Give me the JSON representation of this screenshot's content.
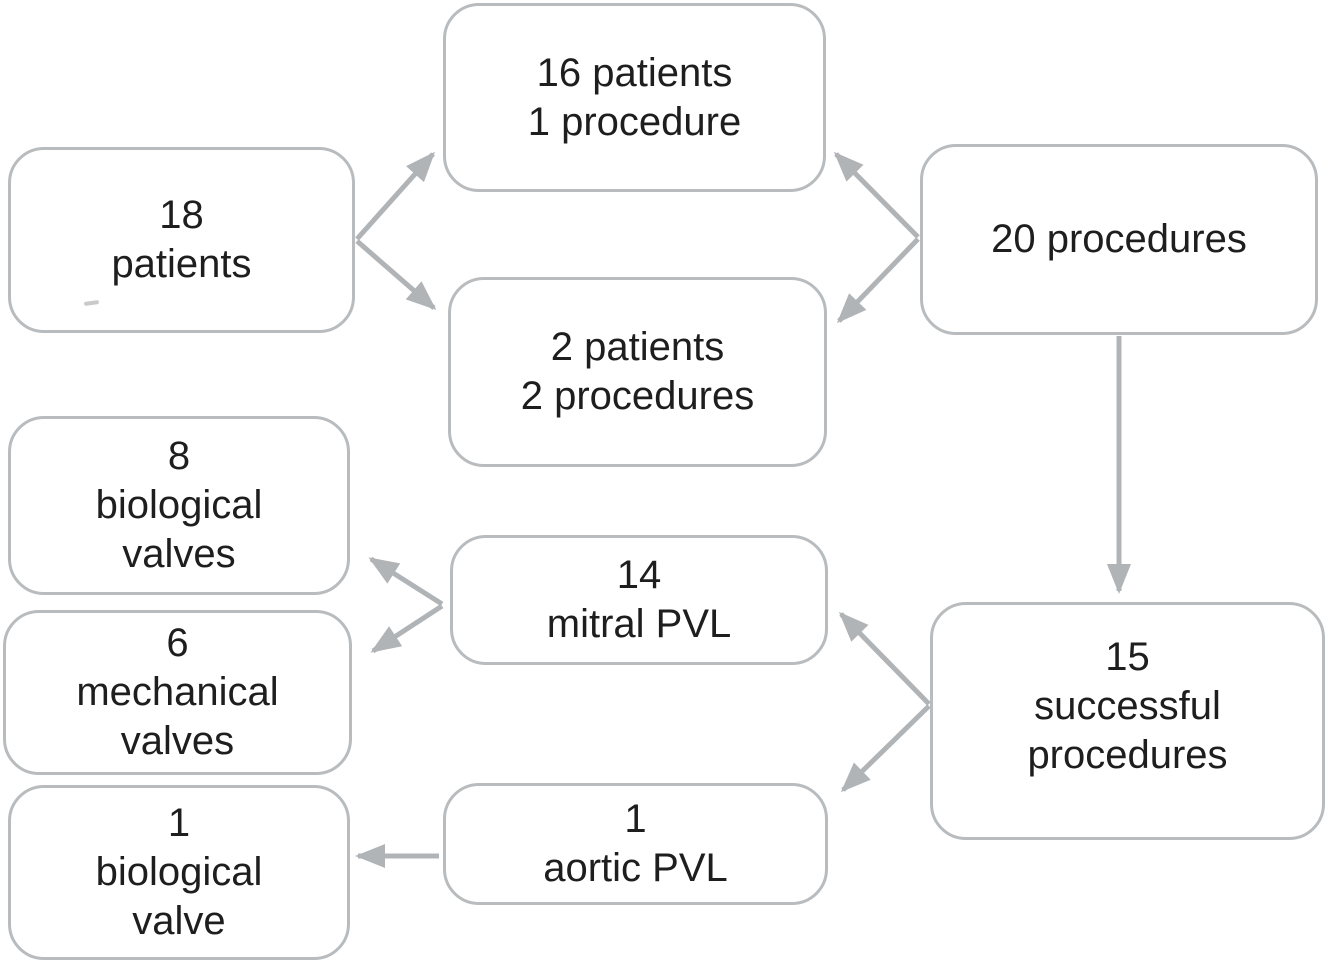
{
  "figure": {
    "type": "flowchart",
    "description": "Patient and procedure flow diagram for paravalvular leak (PVL) closure",
    "colors": {
      "background": "#ffffff",
      "box_border": "#b9bcbe",
      "arrow": "#b1b4b7",
      "text": "#1e1e1e"
    },
    "nodes": {
      "patients_18": {
        "lines": [
          "18",
          "patients"
        ]
      },
      "patients_16": {
        "lines": [
          "16 patients",
          "1 procedure"
        ]
      },
      "patients_2": {
        "lines": [
          "2 patients",
          "2 procedures"
        ]
      },
      "procedures_20": {
        "lines": [
          "20 procedures"
        ]
      },
      "valves_bio_8": {
        "lines": [
          "8",
          "biological",
          "valves"
        ]
      },
      "valves_mech_6": {
        "lines": [
          "6",
          "mechanical",
          "valves"
        ]
      },
      "valve_bio_1": {
        "lines": [
          "1",
          "biological",
          "valve"
        ]
      },
      "mitral_14": {
        "lines": [
          "14",
          "mitral PVL"
        ]
      },
      "aortic_1": {
        "lines": [
          "1",
          "aortic PVL"
        ]
      },
      "success_15": {
        "lines": [
          "15",
          "successful",
          "procedures"
        ]
      }
    },
    "edges": [
      {
        "from": "patients_18",
        "to": "patients_16"
      },
      {
        "from": "patients_18",
        "to": "patients_2"
      },
      {
        "from": "procedures_20",
        "to": "patients_16"
      },
      {
        "from": "procedures_20",
        "to": "patients_2"
      },
      {
        "from": "procedures_20",
        "to": "success_15"
      },
      {
        "from": "success_15",
        "to": "mitral_14"
      },
      {
        "from": "success_15",
        "to": "aortic_1"
      },
      {
        "from": "mitral_14",
        "to": "valves_bio_8"
      },
      {
        "from": "mitral_14",
        "to": "valves_mech_6"
      },
      {
        "from": "aortic_1",
        "to": "valve_bio_1"
      }
    ]
  }
}
